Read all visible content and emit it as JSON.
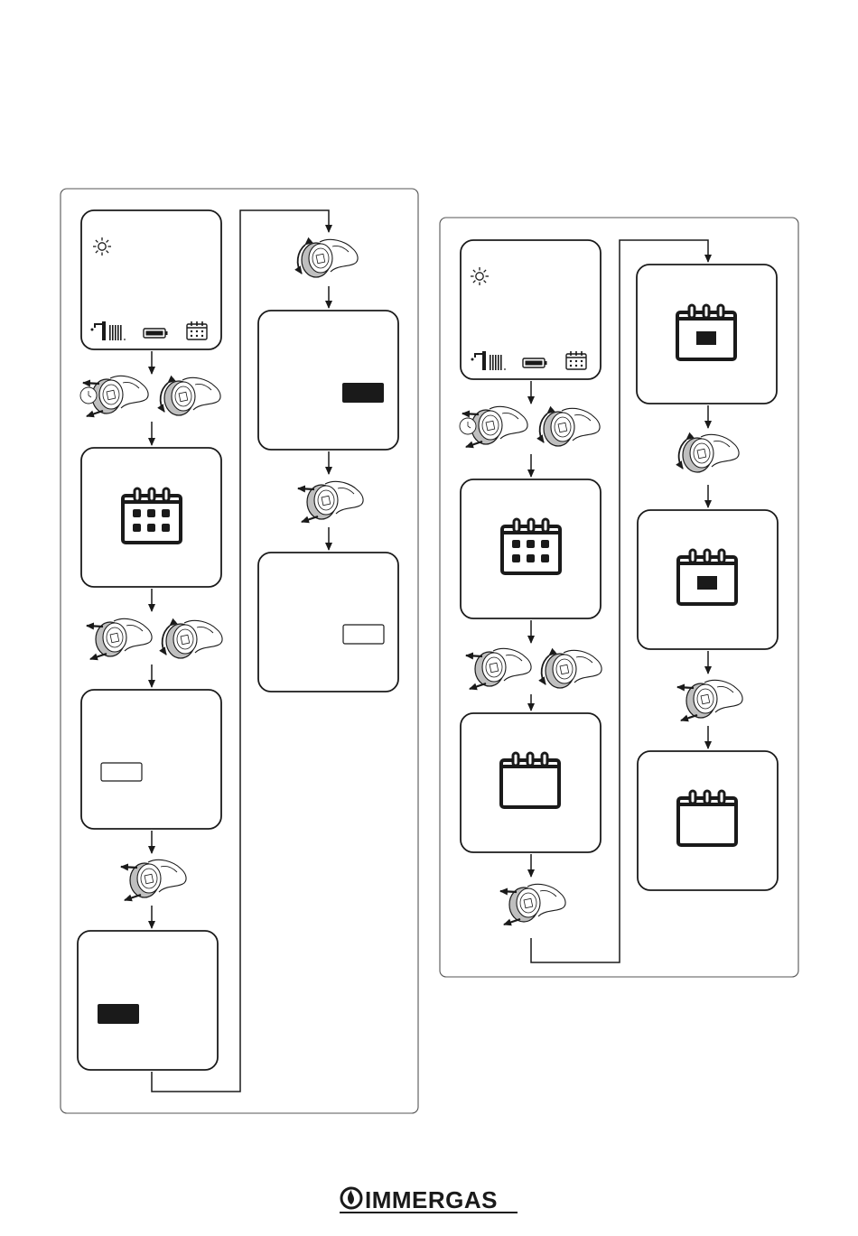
{
  "brand": {
    "name": "IMMERGAS",
    "logo_icon": "flame-circle-logo"
  },
  "colors": {
    "stroke": "#1a1a1a",
    "panel_border": "#555555",
    "knob_fill": "#bfbfbf",
    "filled_box": "#1a1a1a"
  },
  "sequence_a": {
    "steps": [
      {
        "kind": "home-display",
        "icons": [
          "sun-icon",
          "tap-radiator-icon",
          "battery-icon",
          "calendar-icon"
        ]
      },
      {
        "kind": "transition",
        "action": "press-and-rotate-knob"
      },
      {
        "kind": "calendar-grid-display"
      },
      {
        "kind": "transition",
        "action": "press-and-rotate-knob"
      },
      {
        "kind": "outline-field-display"
      },
      {
        "kind": "transition",
        "action": "press-knob"
      },
      {
        "kind": "filled-field-display"
      },
      {
        "kind": "transition",
        "action": "rotate-knob"
      },
      {
        "kind": "filled-field-display"
      },
      {
        "kind": "transition",
        "action": "press-knob"
      },
      {
        "kind": "outline-field-display"
      }
    ]
  },
  "sequence_b": {
    "steps": [
      {
        "kind": "home-display",
        "icons": [
          "sun-icon",
          "tap-radiator-icon",
          "battery-icon",
          "calendar-icon"
        ]
      },
      {
        "kind": "transition",
        "action": "press-and-rotate-knob"
      },
      {
        "kind": "calendar-grid-display"
      },
      {
        "kind": "transition",
        "action": "press-and-rotate-knob"
      },
      {
        "kind": "calendar-empty-display"
      },
      {
        "kind": "transition",
        "action": "press-knob"
      },
      {
        "kind": "calendar-filled-display"
      },
      {
        "kind": "transition",
        "action": "rotate-knob"
      },
      {
        "kind": "calendar-filled-display"
      },
      {
        "kind": "transition",
        "action": "press-knob"
      },
      {
        "kind": "calendar-empty-display"
      }
    ]
  }
}
